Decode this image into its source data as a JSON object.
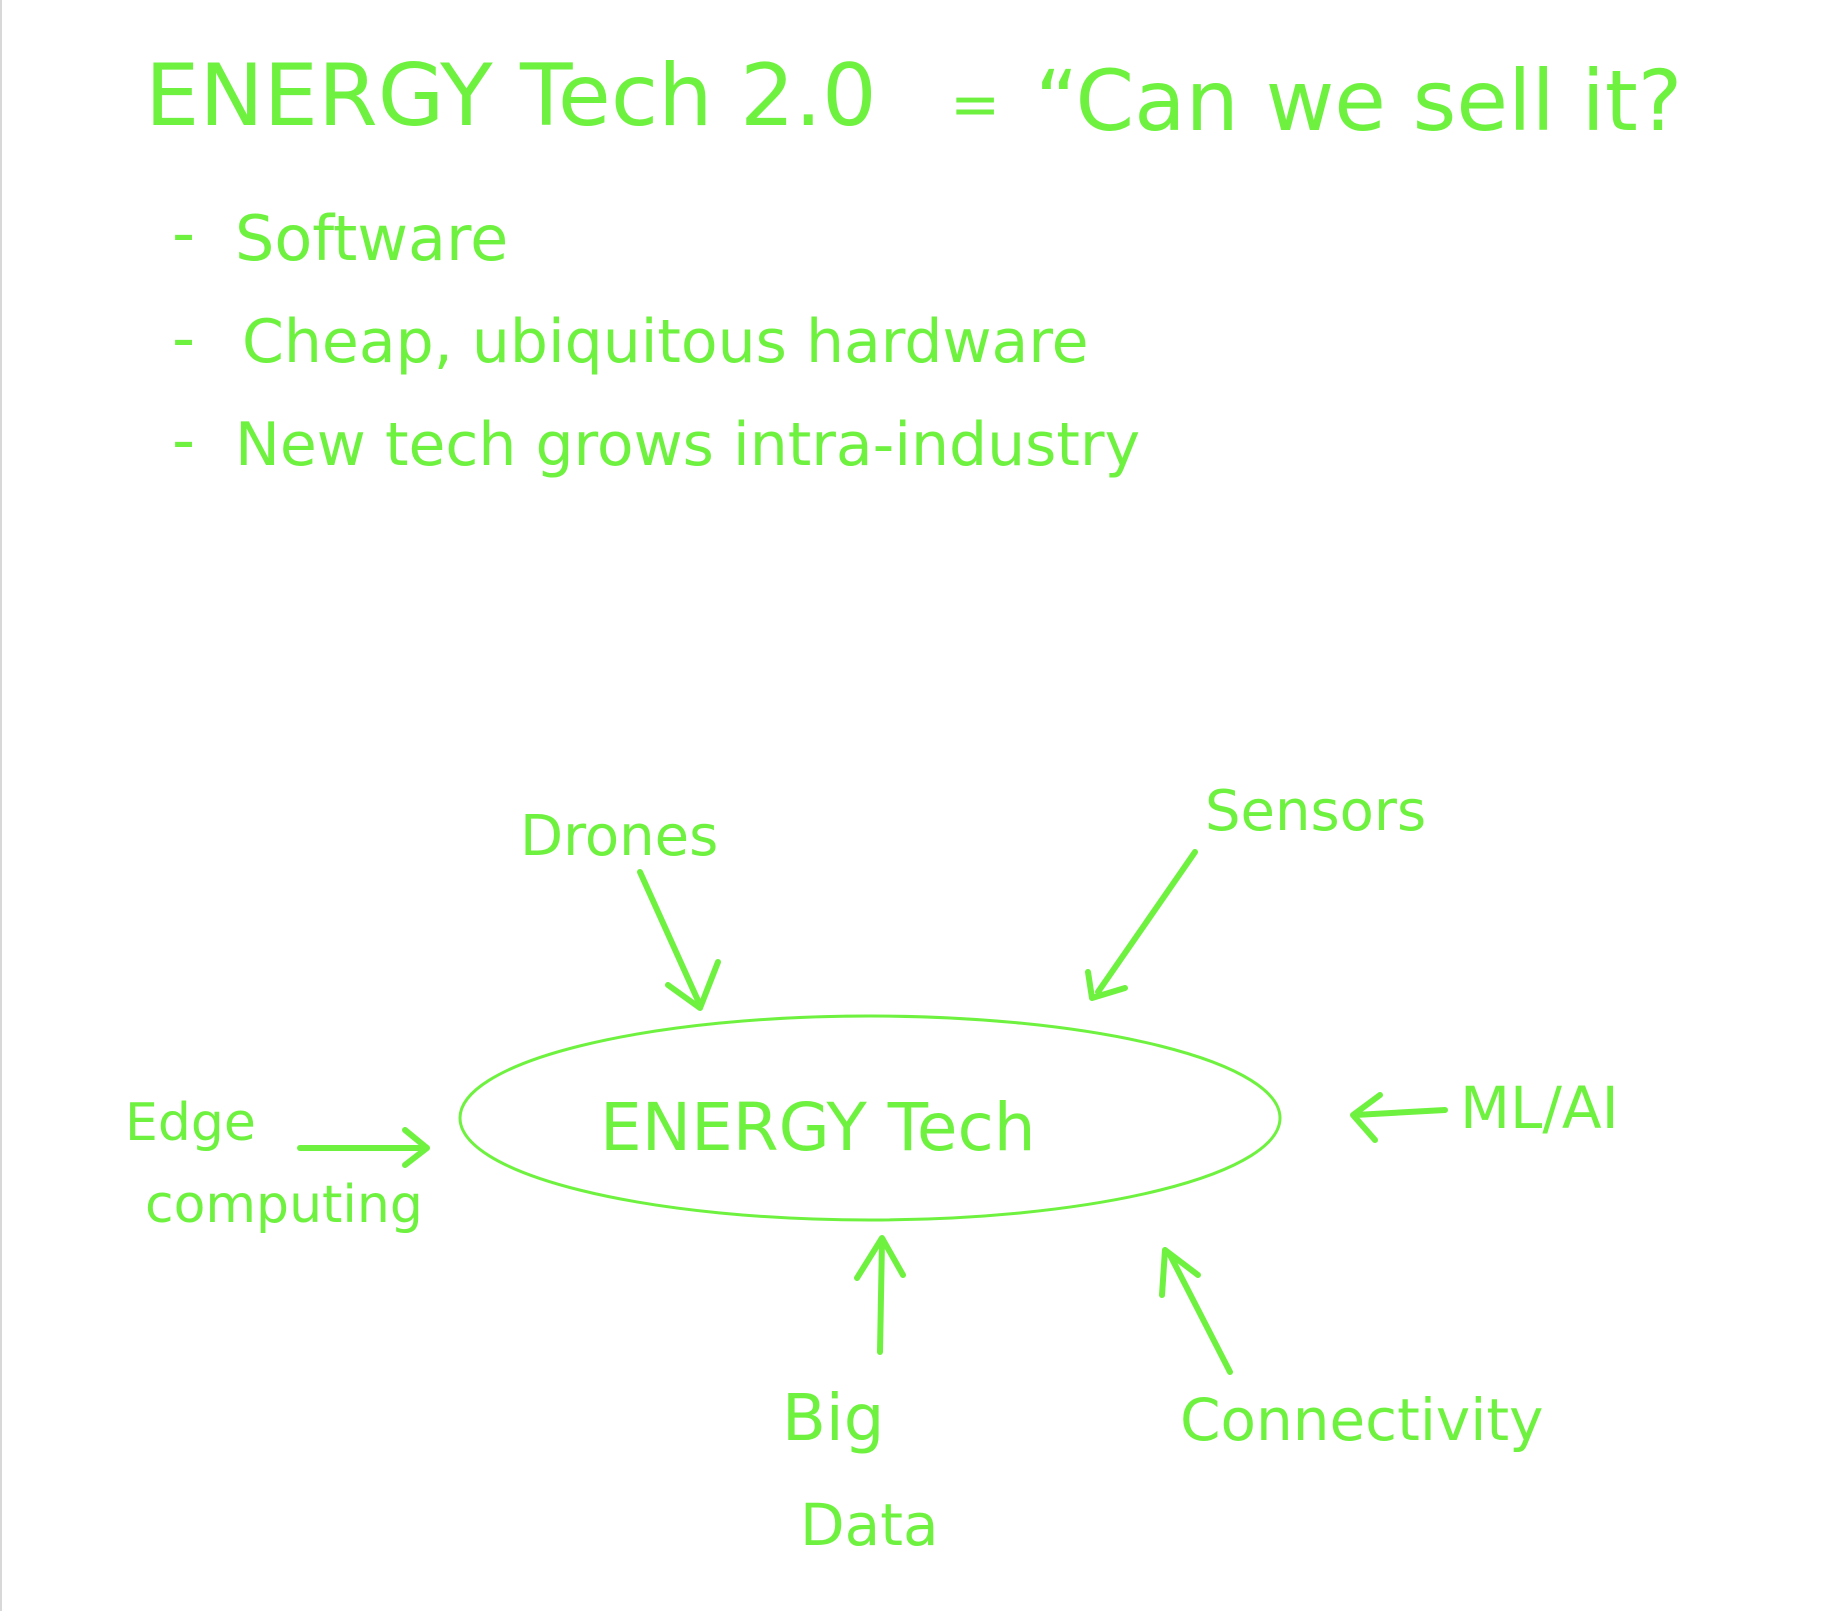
{
  "colors": {
    "ink": "#6ef23f",
    "background": "#ffffff"
  },
  "heading": {
    "title": "ENERGY Tech 2.0",
    "equals": "=",
    "question": "“Can we sell it?"
  },
  "bullets": [
    {
      "dash": "-",
      "text": "Software"
    },
    {
      "dash": "-",
      "text": "Cheap, ubiquitous hardware"
    },
    {
      "dash": "-",
      "text": "New tech grows intra-industry"
    }
  ],
  "diagram": {
    "center": "ENERGY Tech",
    "inputs": {
      "drones": "Drones",
      "sensors": "Sensors",
      "edge_line1": "Edge",
      "edge_line2": "computing",
      "ml_ai": "ML/AI",
      "big_data_line1": "Big",
      "big_data_line2": "Data",
      "connectivity": "Connectivity"
    }
  }
}
